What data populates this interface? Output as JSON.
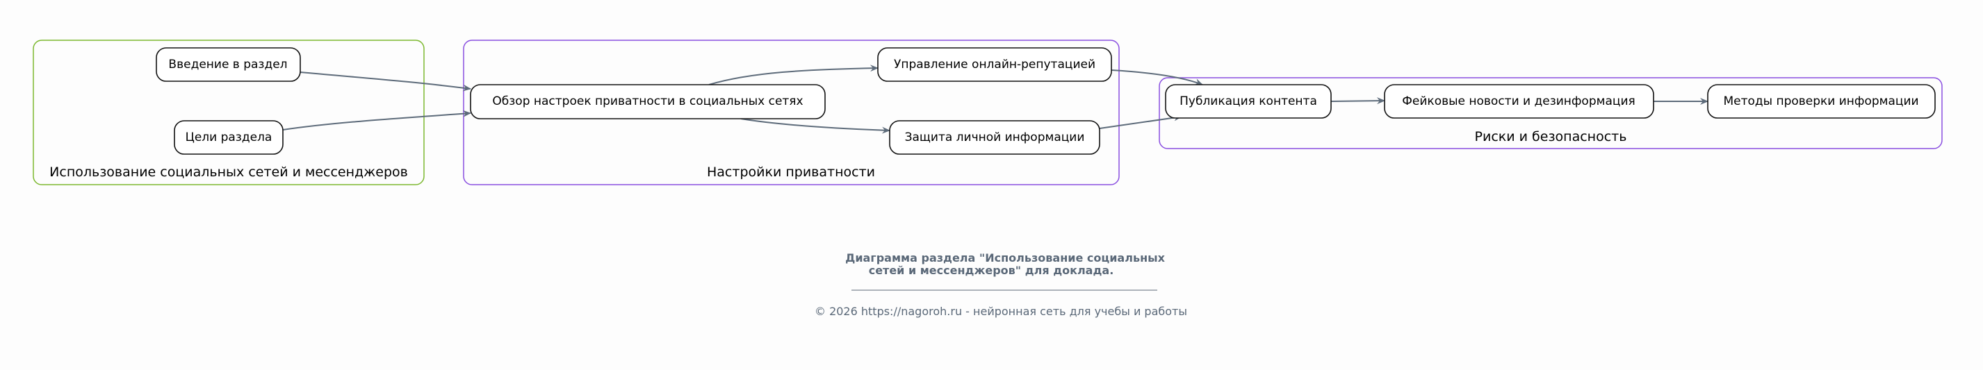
{
  "clusters": [
    {
      "label": "Использование социальных сетей и мессенджеров",
      "color": "#7cb82f"
    },
    {
      "label": "Настройки приватности",
      "color": "#8a4fe0"
    },
    {
      "label": "Риски и безопасность",
      "color": "#8a4fe0"
    }
  ],
  "nodes": {
    "intro": "Введение в раздел",
    "goals": "Цели раздела",
    "overview": "Обзор настроек приватности в социальных сетях",
    "reputation": "Управление онлайн-репутацией",
    "protection": "Защита личной информации",
    "publishing": "Публикация контента",
    "fake_news": "Фейковые новости и дезинформация",
    "verification": "Методы проверки информации"
  },
  "edges": [
    [
      "intro",
      "overview"
    ],
    [
      "goals",
      "overview"
    ],
    [
      "overview",
      "reputation"
    ],
    [
      "overview",
      "protection"
    ],
    [
      "reputation",
      "publishing"
    ],
    [
      "protection",
      "publishing"
    ],
    [
      "publishing",
      "fake_news"
    ],
    [
      "fake_news",
      "verification"
    ]
  ],
  "caption": {
    "title_line1": "Диаграмма раздела \"Использование социальных",
    "title_line2": "сетей и мессенджеров\" для доклада.",
    "copyright": "© 2026 https://nagoroh.ru - нейронная сеть для учебы и работы"
  },
  "edge_color": "#5d6b7a"
}
